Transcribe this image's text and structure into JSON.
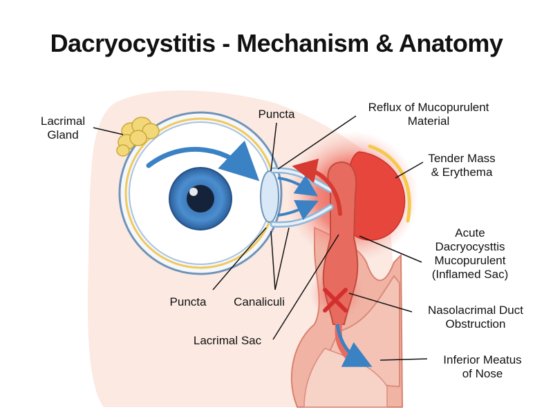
{
  "title": "Dacryocystitis - Mechanism & Anatomy",
  "labels": {
    "lacrimal_gland": "Lacrimal\nGland",
    "puncta_top": "Puncta",
    "reflux": "Reflux of Mucopurulent\nMaterial",
    "tender_mass": "Tender Mass\n& Erythema",
    "acute": "Acute\nDacryocysttis\nMucopurulent\n(Inflamed Sac)",
    "puncta_bottom": "Puncta",
    "canaliculi": "Canaliculi",
    "nld_obstruction": "Nasolacrimal Duct\nObstruction",
    "lacrimal_sac": "Lacrimal Sac",
    "inferior_meatus": "Inferior Meatus\nof Nose"
  },
  "colors": {
    "skin": "#fbe9e2",
    "inflammation": "#e8443a",
    "arrow_blue": "#3b82c4",
    "arrow_red": "#d63a30",
    "gland": "#f2d878",
    "iris": "#3f7fc0"
  }
}
